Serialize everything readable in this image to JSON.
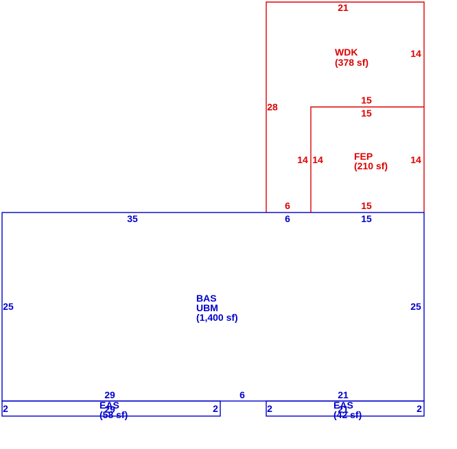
{
  "colors": {
    "primary": "#0000cc",
    "wing": "#dd0000"
  },
  "areas": {
    "wdk": {
      "code": "WDK",
      "area": "(378 sf)"
    },
    "fep": {
      "code": "FEP",
      "area": "(210 sf)"
    },
    "bas": {
      "code": "BAS",
      "sub": "UBM",
      "area": "(1,400 sf)"
    },
    "eas_left": {
      "code": "EAS",
      "area": "(58 sf)"
    },
    "eas_right": {
      "code": "EAS",
      "area": "(42 sf)"
    }
  },
  "dims": {
    "wdk_top": "21",
    "wdk_right": "14",
    "wdk_left": "28",
    "wdk_fep_top": "15",
    "fep_top": "15",
    "fep_left_outer": "14",
    "fep_left_inner": "14",
    "fep_right": "14",
    "wdk_bottom": "6",
    "fep_bottom": "15",
    "bas_top_left": "35",
    "bas_top_mid": "6",
    "bas_top_right": "15",
    "bas_left": "25",
    "bas_right": "25",
    "bas_bottom_left": "29",
    "bas_bottom_mid": "6",
    "bas_bottom_right": "21",
    "eas_left_left": "2",
    "eas_left_right": "2",
    "eas_left_bottom": "29",
    "eas_right_left": "2",
    "eas_right_right": "2",
    "eas_right_bottom": "21"
  }
}
